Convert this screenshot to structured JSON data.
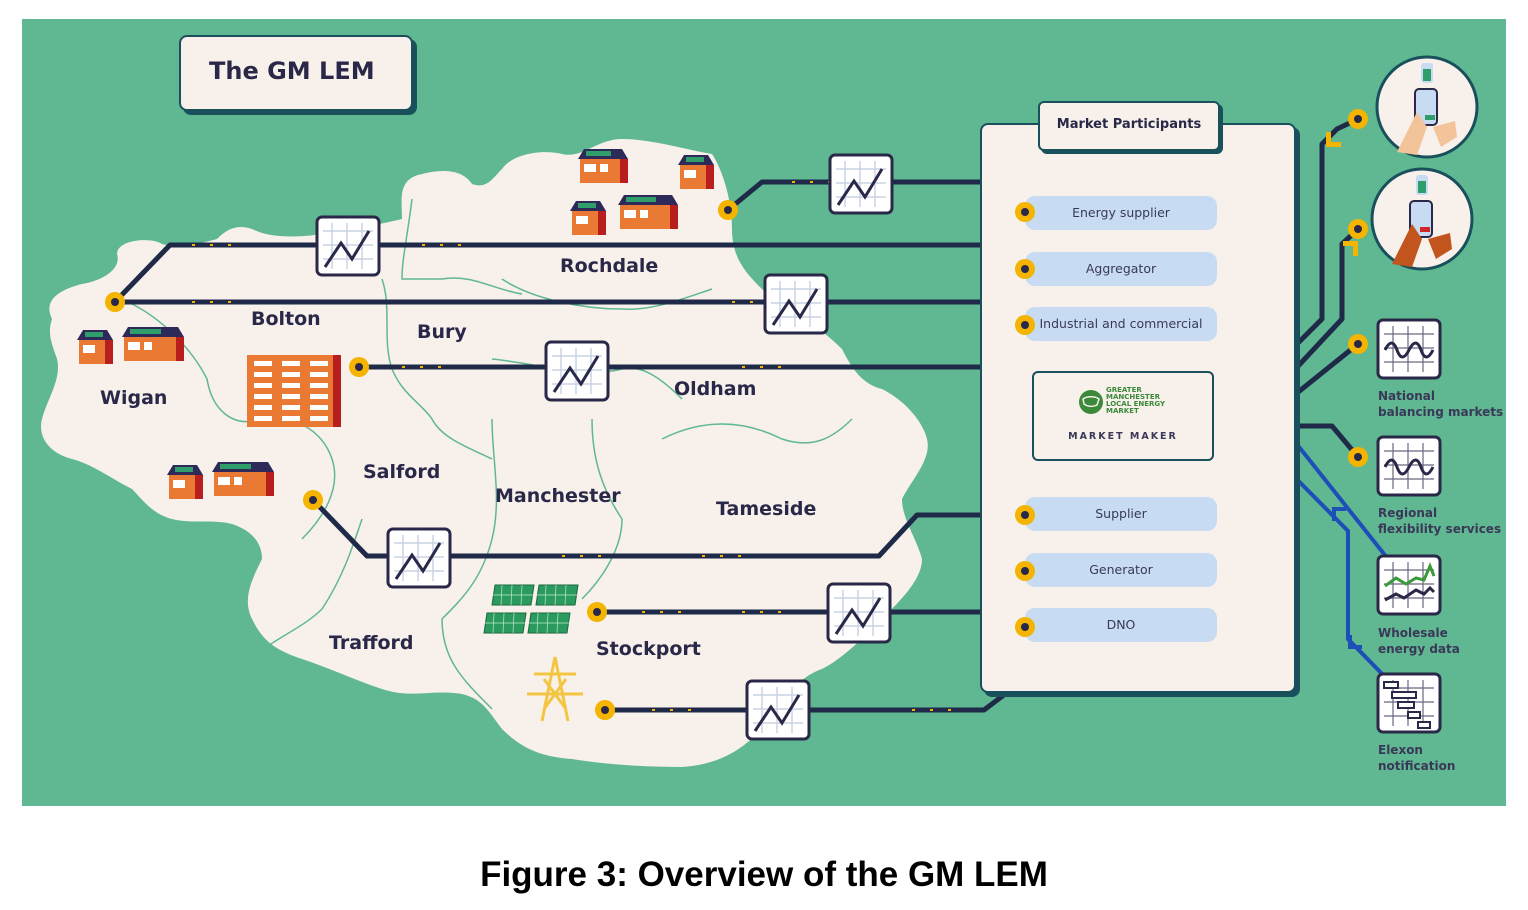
{
  "title": "The GM LEM",
  "caption": "Figure 3: Overview of the GM LEM",
  "colors": {
    "background": "#5fb891",
    "land": "#f8f0ea",
    "border_line": "#19505c",
    "connector": "#1e2a48",
    "node": "#f4b400",
    "pill": "#c7dcf2",
    "blue_line": "#1d4fb8",
    "text": "#2a2848"
  },
  "regions": [
    "Wigan",
    "Bolton",
    "Bury",
    "Rochdale",
    "Oldham",
    "Salford",
    "Manchester",
    "Tameside",
    "Trafford",
    "Stockport"
  ],
  "assets": {
    "rochdale": "houses-with-solar-icon",
    "wigan_top": "houses-with-solar-icon",
    "wigan_bottom": "houses-with-solar-icon",
    "bolton": "apartment-block-icon",
    "stockport_solar": "solar-panels-icon",
    "stockport_pylon": "pylon-icon"
  },
  "market_participants": {
    "heading": "Market Participants",
    "items": [
      "Energy supplier",
      "Aggregator",
      "Industrial and commercial",
      "Supplier",
      "Generator",
      "DNO"
    ]
  },
  "market_maker": {
    "label": "MARKET MAKER",
    "logo_lines": [
      "GREATER",
      "MANCHESTER",
      "LOCAL ENERGY",
      "MARKET"
    ]
  },
  "apps": [
    "phone-sell-icon",
    "phone-buy-icon"
  ],
  "outputs": [
    {
      "label": "National balancing markets",
      "lines": [
        "National",
        "balancing markets"
      ]
    },
    {
      "label": "Regional flexibility services",
      "lines": [
        "Regional",
        "flexibility services"
      ]
    },
    {
      "label": "Wholesale energy data",
      "lines": [
        "Wholesale",
        "energy data"
      ]
    },
    {
      "label": "Elexon notification",
      "lines": [
        "Elexon",
        "notification"
      ]
    }
  ]
}
